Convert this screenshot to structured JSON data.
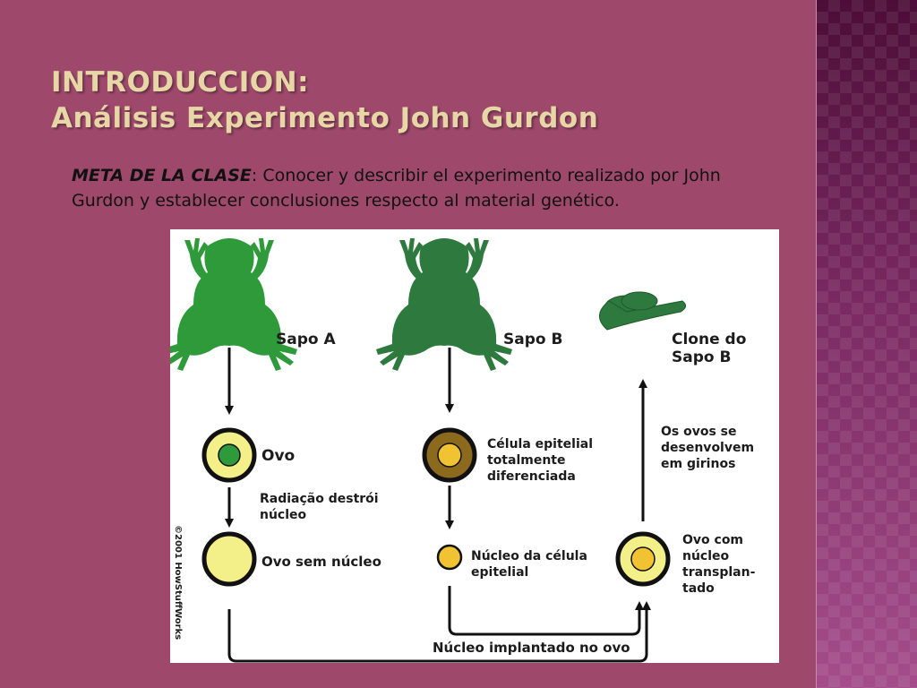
{
  "slide": {
    "title_line1": "INTRODUCCION:",
    "title_line2": "Análisis Experimento John Gurdon",
    "goal_label": "META DE LA CLASE",
    "goal_text": ": Conocer y describir el experimento realizado por John Gurdon y establecer conclusiones respecto al material genético."
  },
  "diagram": {
    "frog_a": "Sapo A",
    "frog_b": "Sapo B",
    "clone_line1": "Clone do",
    "clone_line2": "Sapo B",
    "egg": "Ovo",
    "radiation_line1": "Radiação destrói",
    "radiation_line2": "núcleo",
    "egg_no_nucleus": "Ovo sem núcleo",
    "epithelial_line1": "Célula epitelial",
    "epithelial_line2": "totalmente",
    "epithelial_line3": "diferenciada",
    "epithelial_nucleus_line1": "Núcleo da célula",
    "epithelial_nucleus_line2": "epitelial",
    "transplanted_line1": "Ovo com",
    "transplanted_line2": "núcleo",
    "transplanted_line3": "transplan-",
    "transplanted_line4": "tado",
    "develop_line1": "Os ovos se",
    "develop_line2": "desenvolvem",
    "develop_line3": "em girinos",
    "implanted": "Núcleo implantado no ovo",
    "copyright": "©2001 HowStuffWorks"
  },
  "colors": {
    "background": "#9e496c",
    "title": "#e7d7a6",
    "frog_a": "#2f9a3a",
    "frog_b": "#2e7a3e",
    "egg_yellow": "#f3f08a",
    "nucleus_gold": "#f1c232",
    "cell_brown": "#8c6a1d"
  }
}
